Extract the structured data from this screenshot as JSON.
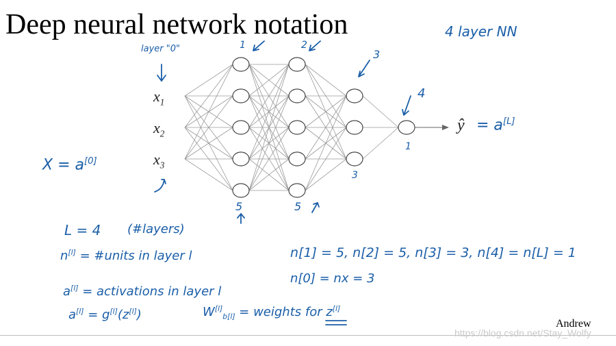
{
  "title": "Deep neural network notation",
  "annotation_4layer": "4 layer NN",
  "layer0_label": "layer \"0\"",
  "inputs": [
    "x1",
    "x2",
    "x3"
  ],
  "input_letter": "x",
  "input_subscripts": [
    "1",
    "2",
    "3"
  ],
  "layer_numbers": [
    "1",
    "2",
    "3",
    "4"
  ],
  "layer_units": [
    5,
    5,
    3,
    1
  ],
  "unit_labels": {
    "l1": "5",
    "l2": "5",
    "l3": "3",
    "l4": "1"
  },
  "output": {
    "yhat": "ŷ",
    "eq": "= a",
    "sup": "[L]"
  },
  "x_eq": {
    "lhs": "X = a",
    "sup": "[0]"
  },
  "notes": {
    "L": "L = 4",
    "L_note": "(#layers)",
    "n_def_lhs": "n",
    "n_def_sup": "[l]",
    "n_def_rhs": "= #units in layer l",
    "a_def_lhs": "a",
    "a_def_sup": "[l]",
    "a_def_rhs": "= activations in layer l",
    "a_eq_lhs": "a",
    "a_eq_sup": "[l]",
    "a_eq_mid": "= g",
    "a_eq_g_sup": "[l]",
    "a_eq_z": "(z",
    "a_eq_z_sup": "[l]",
    "a_eq_close": ")",
    "w_lhs": "W",
    "w_sup": "[l]",
    "w_sub": "b[l]",
    "w_rhs": "= weights for z",
    "w_rhs_sup": "[l]",
    "n_values": "n[1] = 5, n[2] = 5, n[3] = 3, n[4] = n[L] = 1",
    "n0": "n[0] = nx = 3"
  },
  "author": "Andrew",
  "watermark": "https://blog.csdn.net/Stay_Wolfy",
  "colors": {
    "ink": "#1a5ea8",
    "text": "#000000",
    "edge": "#9a9a9a"
  }
}
